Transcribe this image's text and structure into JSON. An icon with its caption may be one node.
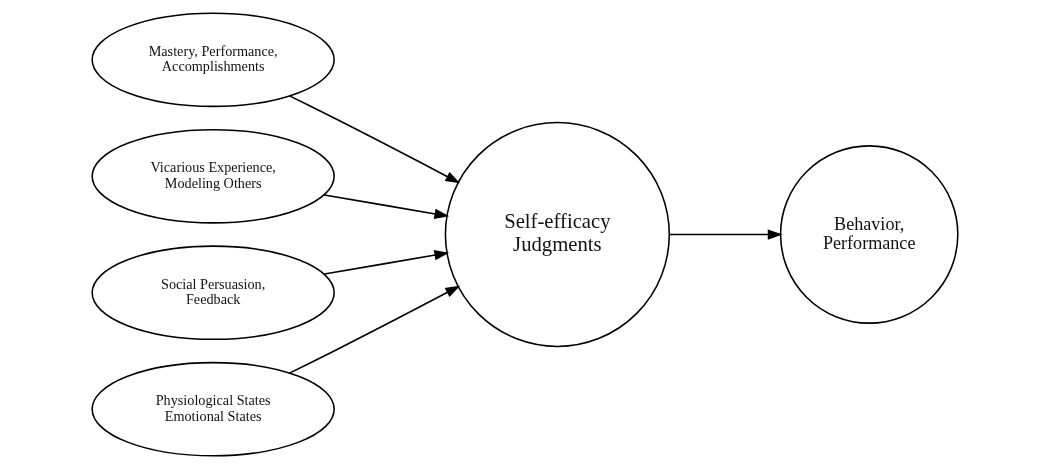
{
  "diagram": {
    "nodes": [
      {
        "text": [
          "Mastery, Performance, Accomplishments"
        ]
      },
      {
        "text": [
          "Vicarious Experience, Modeling Others"
        ]
      },
      {
        "text": [
          "Social Persuasion, Feedback"
        ]
      },
      {
        "text": [
          "Physiological States Emotional States"
        ]
      },
      {
        "text": [
          "Self-efficacy Judgments"
        ]
      },
      {
        "text": [
          "Behavior, Performance"
        ]
      }
    ],
    "edges": [
      {
        "from": 0,
        "to": 4,
        "arrow": "to"
      },
      {
        "from": 1,
        "to": 4,
        "arrow": "to"
      },
      {
        "from": 2,
        "to": 4,
        "arrow": "to"
      },
      {
        "from": 3,
        "to": 4,
        "arrow": "to"
      },
      {
        "from": 4,
        "to": 5,
        "arrow": "to"
      }
    ]
  }
}
